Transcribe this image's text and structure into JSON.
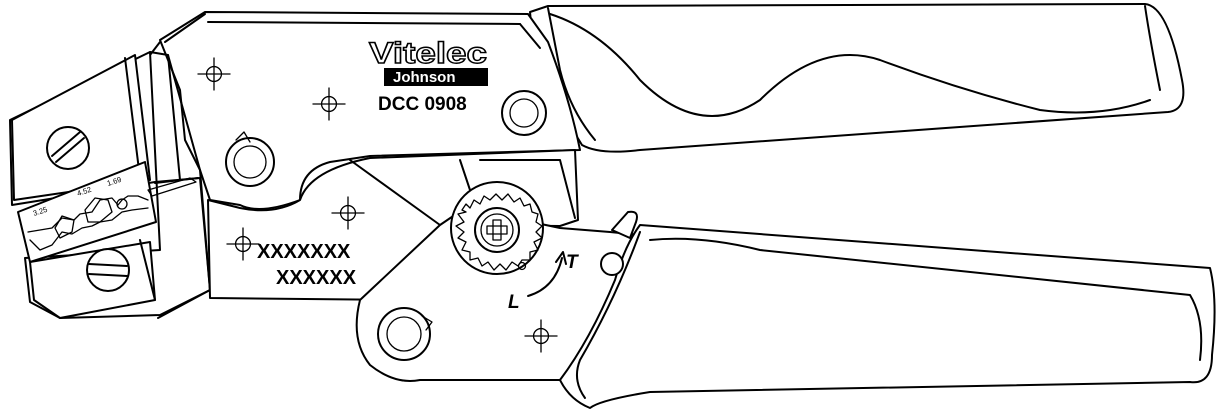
{
  "brand": {
    "name": "Vitelec",
    "sub": "Johnson"
  },
  "model": "DCC 0908",
  "die_sizes": [
    "3.25",
    "4.52",
    "1.69"
  ],
  "marking_lines": [
    "XXXXXXX",
    "XXXXXX"
  ],
  "direction_labels": {
    "tighten": "T",
    "loosen": "L"
  },
  "colors": {
    "ink": "#000000",
    "paper": "#ffffff"
  }
}
